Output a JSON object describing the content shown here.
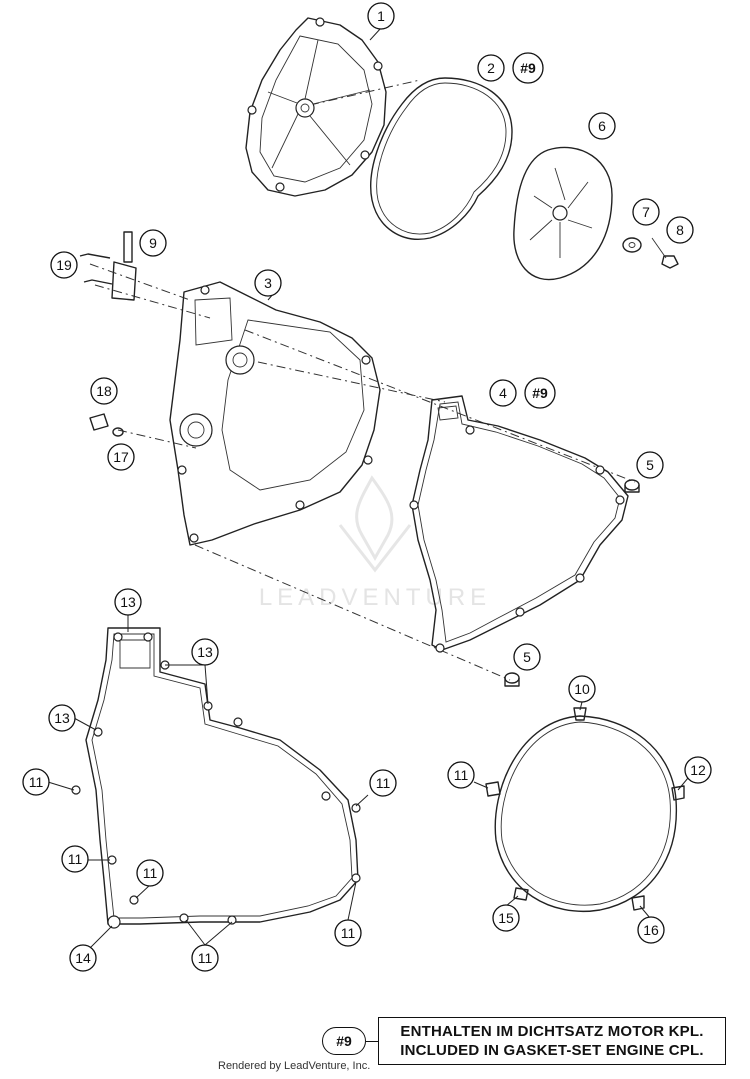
{
  "callouts": {
    "c1": "1",
    "c2": "2",
    "c2ref": "#9",
    "c3": "3",
    "c4": "4",
    "c4ref": "#9",
    "c5a": "5",
    "c5b": "5",
    "c6": "6",
    "c7": "7",
    "c8": "8",
    "c9": "9",
    "c10": "10",
    "c11a": "11",
    "c11b": "11",
    "c11c": "11",
    "c11d": "11",
    "c11e": "11",
    "c11f": "11",
    "c11g": "11",
    "c12": "12",
    "c13a": "13",
    "c13b": "13",
    "c13c": "13",
    "c14": "14",
    "c15": "15",
    "c16": "16",
    "c17": "17",
    "c18": "18",
    "c19": "19"
  },
  "legend": {
    "ref": "#9",
    "line1": "ENTHALTEN IM DICHTSATZ MOTOR KPL.",
    "line2": "INCLUDED IN GASKET-SET ENGINE CPL."
  },
  "watermark": "LEADVENTURE",
  "credit": "Rendered by LeadVenture, Inc."
}
